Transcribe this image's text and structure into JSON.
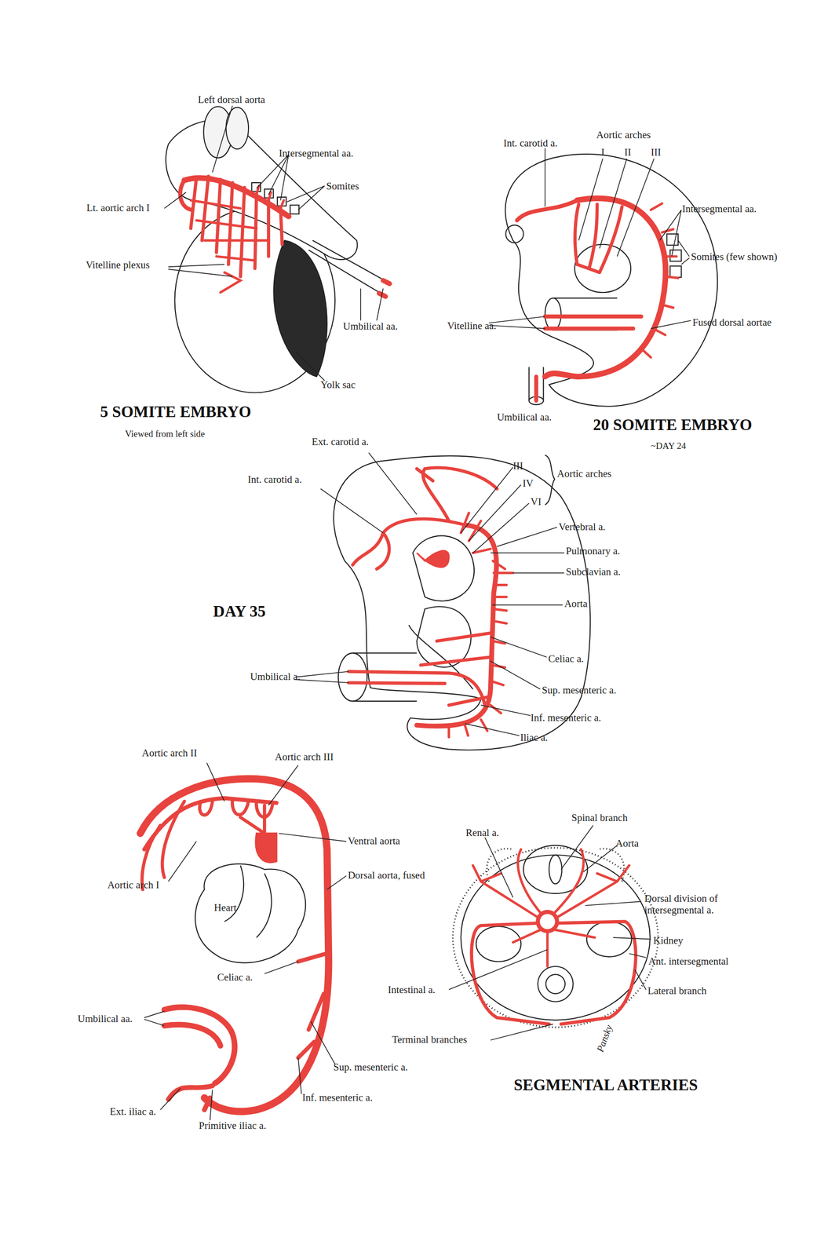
{
  "diagram": {
    "labels": [
      "Left dorsal aorta",
      "Intersegmental aa.",
      "Somites",
      "Lt. aortic arch I",
      "Vitelline plexus",
      "Umbilical aa.",
      "Yolk sac",
      "5 SOMITE EMBRYO",
      "Viewed from left side",
      "Int. carotid a.",
      "Aortic arches",
      "I",
      "II",
      "III",
      "Intersegmental aa.",
      "Somites (few shown)",
      "Fused dorsal aortae",
      "Vitelline aa.",
      "Umbilical aa.",
      "20 SOMITE EMBRYO",
      "~DAY 24",
      "Ext. carotid a.",
      "Int. carotid a.",
      "III",
      "IV",
      "VI",
      "Aortic arches",
      "Vertebral a.",
      "Pulmonary a.",
      "Subclavian a.",
      "Aorta",
      "DAY 35",
      "Celiac a.",
      "Sup. mesenteric a.",
      "Inf. mesenteric a.",
      "Iliac a.",
      "Umbilical a.",
      "Aortic arch II",
      "Aortic arch III",
      "Ventral aorta",
      "Dorsal aorta, fused",
      "Heart",
      "Aortic arch I",
      "Celiac a.",
      "Umbilical aa.",
      "Sup. mesenteric a.",
      "Inf. mesenteric a.",
      "Ext. iliac a.",
      "Primitive iliac a.",
      "Spinal branch",
      "Renal a.",
      "Aorta",
      "Dorsal division of intersegmental a.",
      "Kidney",
      "Ant. intersegmental",
      "Intestinal a.",
      "Lateral branch",
      "Terminal branches",
      "Pansky",
      "SEGMENTAL ARTERIES"
    ]
  }
}
